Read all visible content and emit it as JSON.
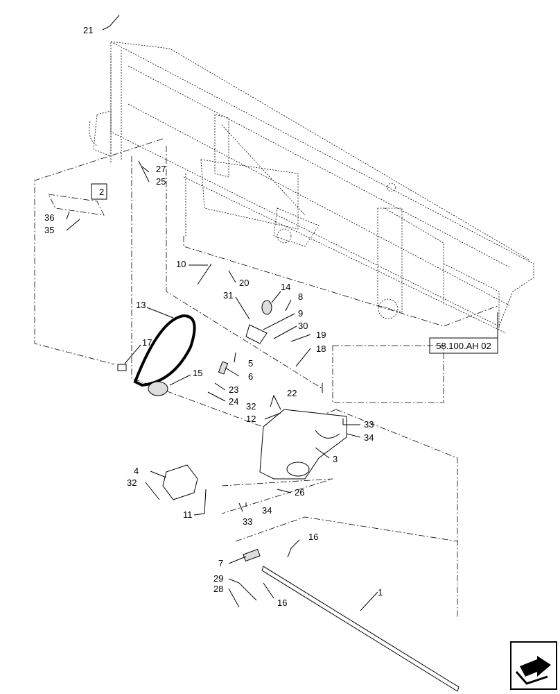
{
  "callouts": {
    "c1": "1",
    "c2": "2",
    "c3": "3",
    "c4": "4",
    "c5": "5",
    "c6": "6",
    "c7": "7",
    "c8": "8",
    "c9": "9",
    "c10": "10",
    "c11": "11",
    "c12": "12",
    "c13": "13",
    "c14": "14",
    "c15": "15",
    "c16a": "16",
    "c16b": "16",
    "c17": "17",
    "c18": "18",
    "c19": "19",
    "c20": "20",
    "c21": "21",
    "c22": "22",
    "c23": "23",
    "c24": "24",
    "c25": "25",
    "c26": "26",
    "c27": "27",
    "c28": "28",
    "c29": "29",
    "c30": "30",
    "c31": "31",
    "c32a": "32",
    "c32b": "32",
    "c33a": "33",
    "c33b": "33",
    "c34a": "34",
    "c34b": "34",
    "c35": "35",
    "c36": "36"
  },
  "reference": {
    "label": "58.100.AH 02"
  },
  "icons": {
    "navigation": "next-page-arrow-icon"
  }
}
